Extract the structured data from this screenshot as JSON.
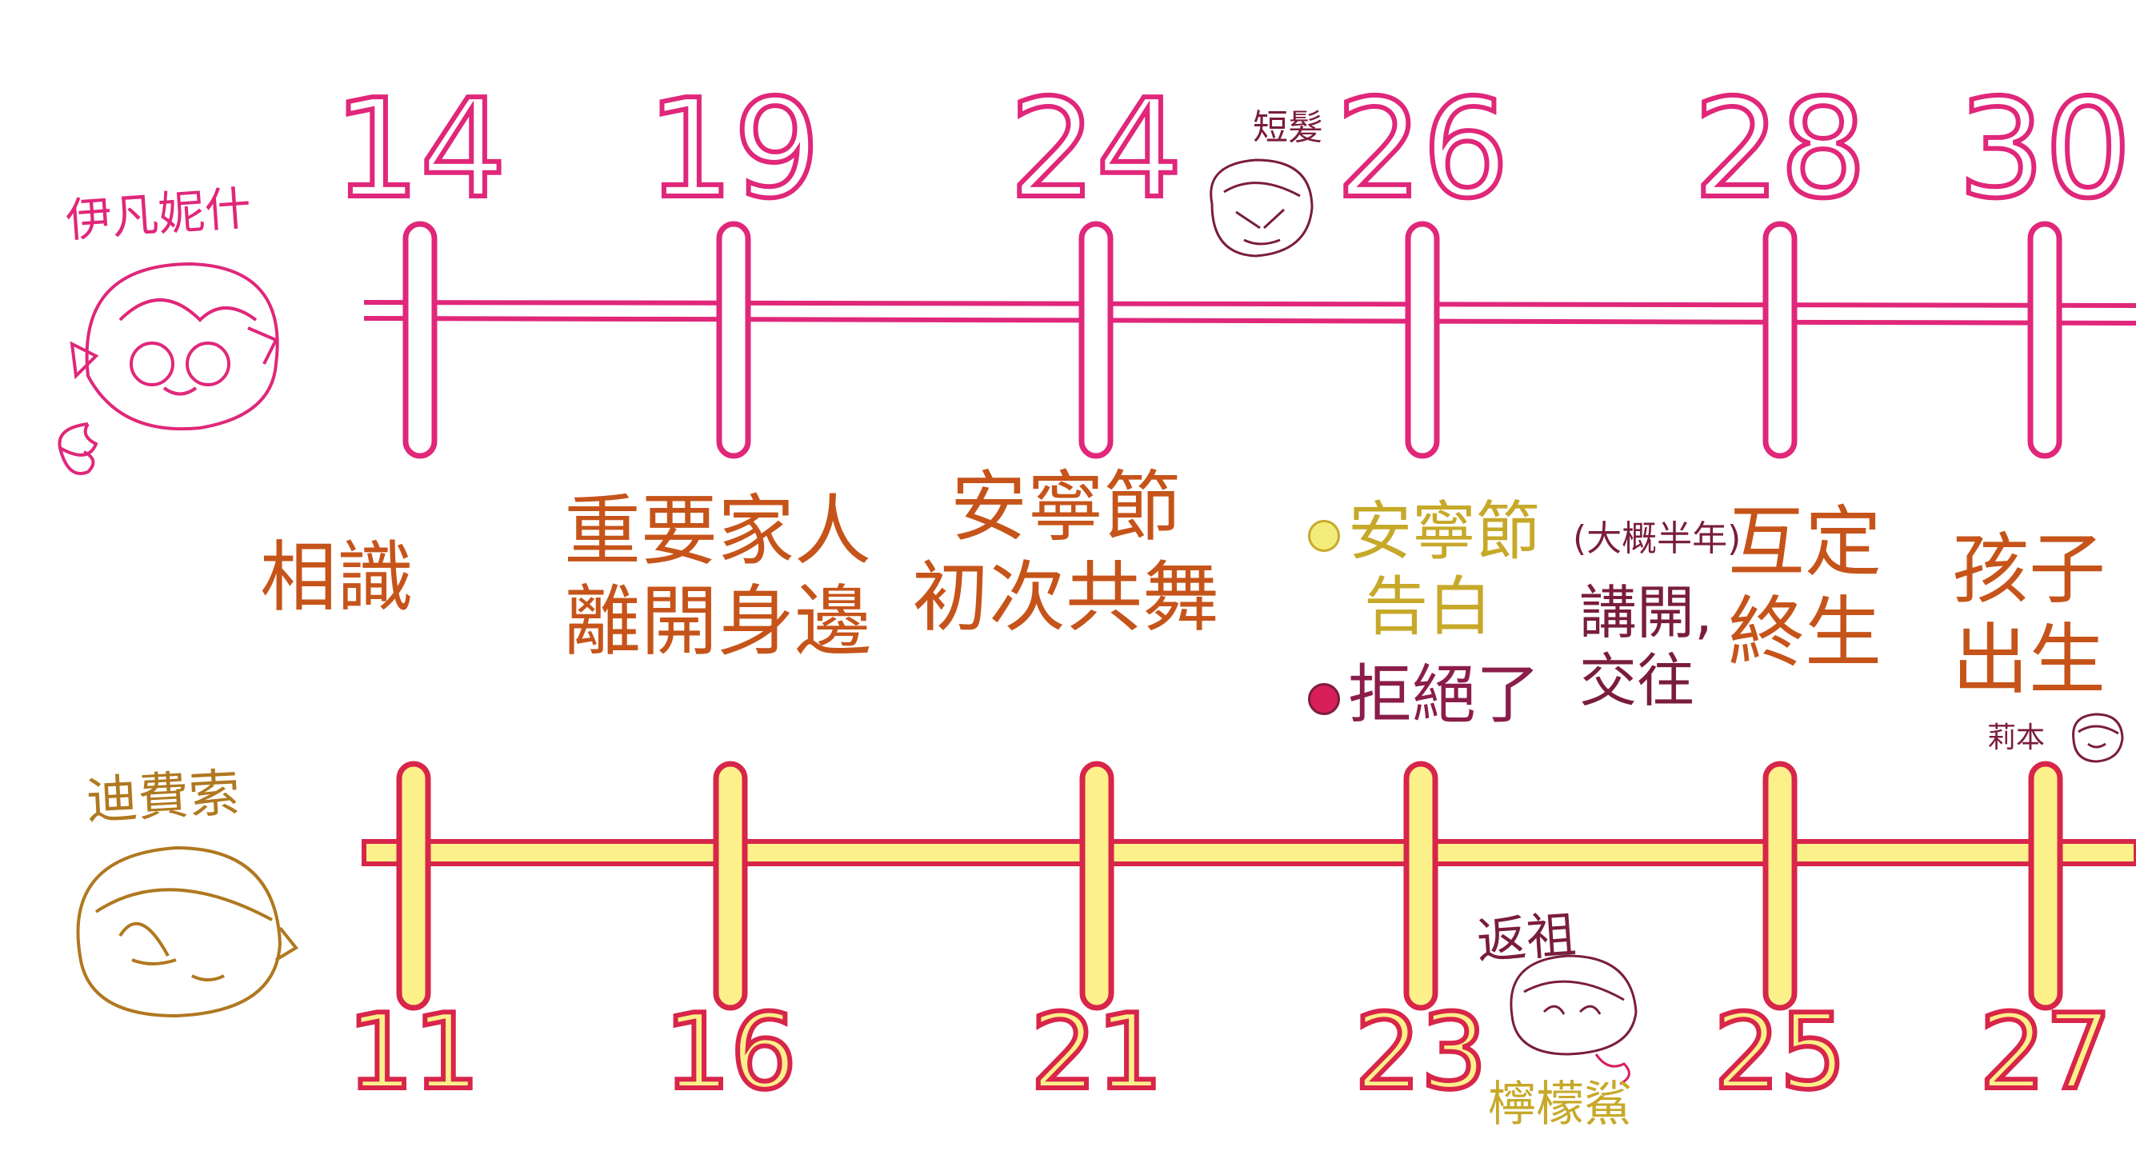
{
  "colors": {
    "top_line": "#e0277a",
    "bottom_line_outline": "#d8254a",
    "bottom_line_fill": "#fbf08a",
    "event_text": "#c6541a",
    "yellow_text": "#c7a92a",
    "yellow_dot": "#f4ec7a",
    "red_dot": "#d81f5a",
    "brown_name": "#b07820",
    "small_note": "#7a1d3d"
  },
  "characters": {
    "top": {
      "name": "伊凡妮什"
    },
    "bottom": {
      "name": "迪費索"
    }
  },
  "top_ages": [
    "14",
    "19",
    "24",
    "26",
    "28",
    "30"
  ],
  "bottom_ages": [
    "11",
    "16",
    "21",
    "23",
    "25",
    "27"
  ],
  "events": {
    "e1": {
      "lines": [
        "相識"
      ]
    },
    "e2": {
      "lines": [
        "重要家人",
        "離開身邊"
      ]
    },
    "e3": {
      "lines": [
        "安寧節",
        "初次共舞"
      ]
    },
    "e4": {
      "confess": [
        "安寧節",
        "告白"
      ],
      "reject": "拒絕了"
    },
    "e5": {
      "note": "(大概半年)",
      "lines": [
        "講開,",
        "交往"
      ]
    },
    "e6": {
      "lines": [
        "互定",
        "終生"
      ]
    },
    "e7": {
      "lines": [
        "孩子",
        "出生"
      ]
    }
  },
  "annotations": {
    "short_hair": "短髮",
    "atavism": "返祖",
    "lemon": "檸檬鯊",
    "lily": "莉本"
  }
}
